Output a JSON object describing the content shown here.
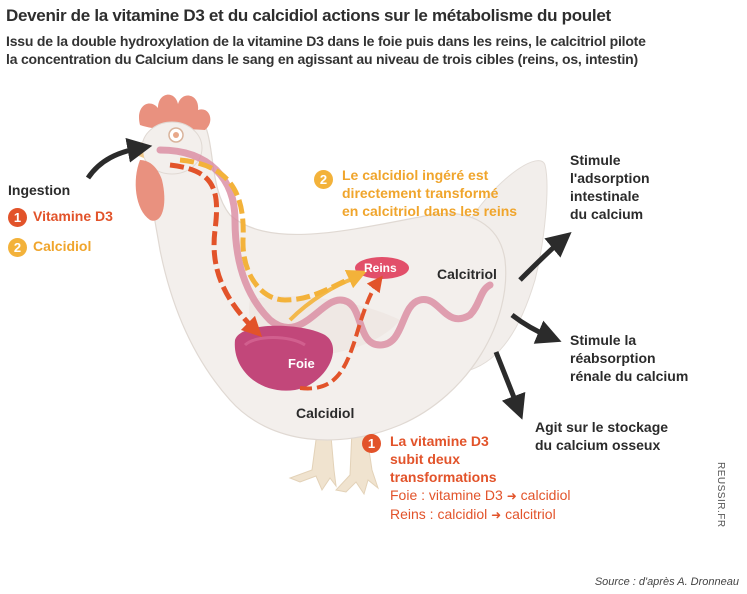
{
  "title": "Devenir de la vitamine D3 et du calcidiol actions sur le métabolisme du poulet",
  "subtitle_line1": "Issu de la double hydroxylation de la vitamine D3 dans le foie puis dans les reins, le calcitriol pilote",
  "subtitle_line2": "la concentration du Calcium dans le sang en agissant au niveau de trois cibles (reins, os, intestin)",
  "ingestion": {
    "heading": "Ingestion",
    "item1_num": "1",
    "item1_label": "Vitamine D3",
    "item2_num": "2",
    "item2_label": "Calcidiol"
  },
  "note2": {
    "num": "2",
    "line1": "Le calcidiol ingéré est",
    "line2": "directement transformé",
    "line3": "en calcitriol dans les reins"
  },
  "organs": {
    "reins": "Reins",
    "foie": "Foie",
    "calcitriol": "Calcitriol",
    "calcidiol": "Calcidiol"
  },
  "targets": {
    "intestin_line1": "Stimule",
    "intestin_line2": "l'adsorption",
    "intestin_line3": "intestinale",
    "intestin_line4": "du calcium",
    "rein_line1": "Stimule la",
    "rein_line2": "réabsorption",
    "rein_line3": "rénale du calcium",
    "os_line1": "Agit sur le stockage",
    "os_line2": "du calcium osseux"
  },
  "note1": {
    "num": "1",
    "line1": "La vitamine D3",
    "line2": "subit deux",
    "line3": "transformations",
    "line4_a": "Foie : vitamine D3",
    "line4_b": "calcidiol",
    "line5_a": "Reins : calcidiol",
    "line5_b": "calcitriol",
    "arrow_icon": "right-arrow-icon"
  },
  "source": "Source : d'après A. Dronneau",
  "watermark": "REUSSIR.FR",
  "colors": {
    "red": "#e2532a",
    "orange": "#f3b23a",
    "pink": "#d98aa0",
    "liver": "#c2477a",
    "body": "#f3efec",
    "comb": "#e9917f",
    "legs": "#f0e3cf"
  }
}
